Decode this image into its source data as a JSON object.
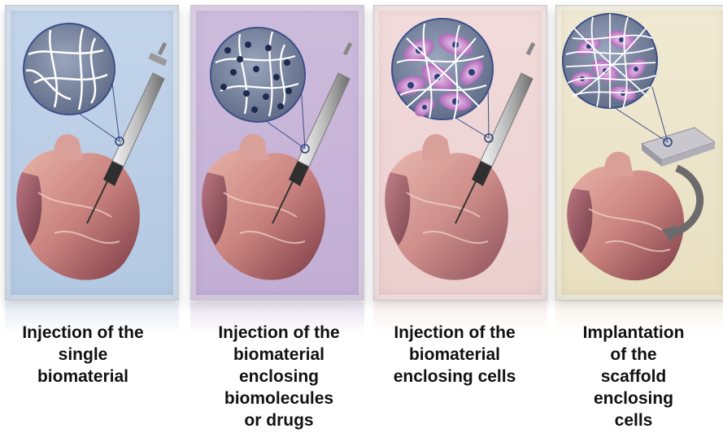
{
  "captions": [
    "Injection of the\nsingle\nbiomaterial",
    "Injection of the\nbiomaterial\nenclosing\nbiomolecules\nor drugs",
    "Injection of the\nbiomaterial\nenclosing cells",
    "Implantation\nof the\nscaffold\nenclosing\ncells"
  ],
  "colors": {
    "panel_blue": "#c4d5eb",
    "panel_purple": "#cdbbdc",
    "panel_pink": "#f2dbdb",
    "panel_beige": "#f0ead4",
    "circle_fill": "#7d8aa4",
    "fiber": "#ffffff",
    "molecule": "#1e2a4e",
    "cell": "#c27fc6",
    "heart": "#c9827e"
  }
}
